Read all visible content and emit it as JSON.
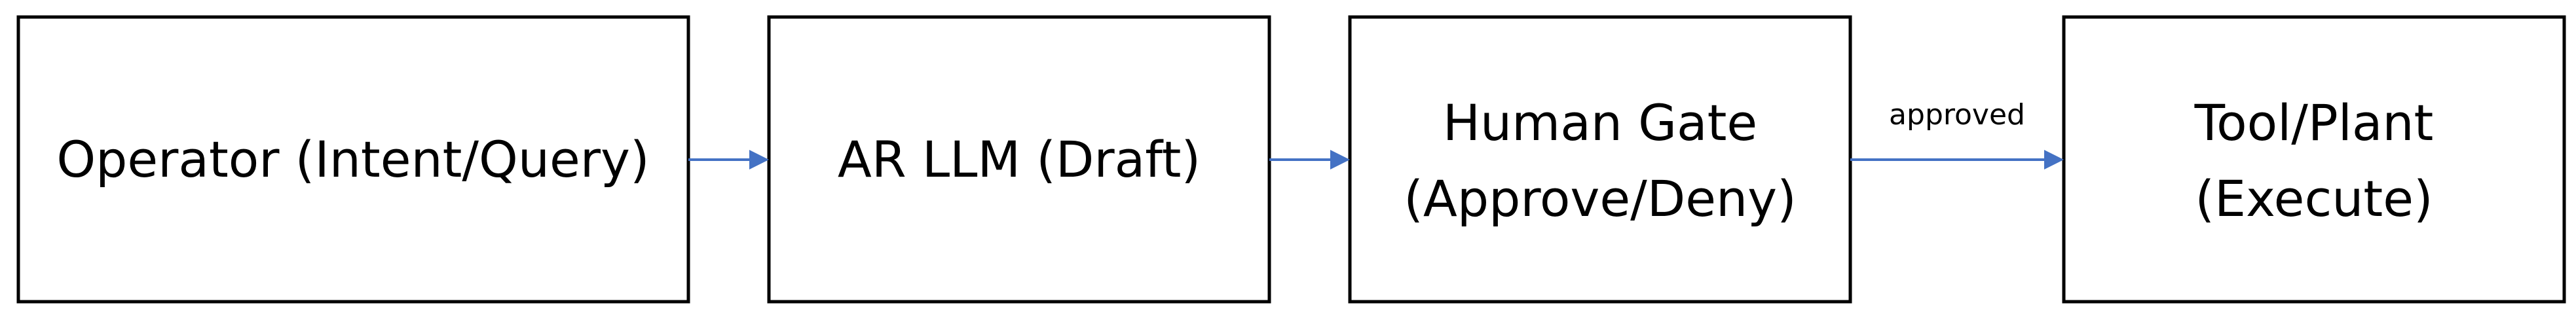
{
  "diagram": {
    "nodes": [
      {
        "id": "operator",
        "lines": [
          "Operator (Intent/Query)"
        ]
      },
      {
        "id": "ar-llm",
        "lines": [
          "AR LLM (Draft)"
        ]
      },
      {
        "id": "human-gate",
        "lines": [
          "Human Gate",
          "(Approve/Deny)"
        ]
      },
      {
        "id": "tool-plant",
        "lines": [
          "Tool/Plant",
          "(Execute)"
        ]
      }
    ],
    "edges": [
      {
        "from": "operator",
        "to": "ar-llm",
        "label": ""
      },
      {
        "from": "ar-llm",
        "to": "human-gate",
        "label": ""
      },
      {
        "from": "human-gate",
        "to": "tool-plant",
        "label": "approved"
      }
    ],
    "colors": {
      "box_stroke": "#000000",
      "box_fill": "#ffffff",
      "edge": "#4472C4",
      "text": "#000000"
    }
  }
}
